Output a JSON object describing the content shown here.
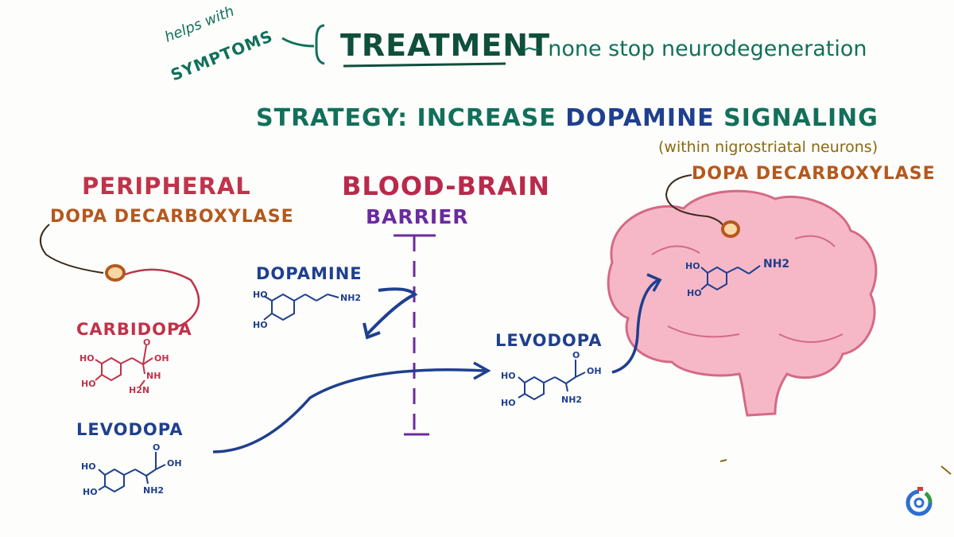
{
  "labels": {
    "helps_with": "helps with",
    "symptoms": "SYMPTOMS",
    "treatment": "TREATMENT",
    "none_stop": "~ none stop neurodegeneration",
    "strategy": "STRATEGY: INCREASE",
    "dopamine_word": "DOPAMINE",
    "signaling": "SIGNALING",
    "within": "(within nigrostriatal neurons)",
    "dopa_decarboxylase_brain": "DOPA DECARBOXYLASE",
    "peripheral": "PERIPHERAL",
    "dopa_decarboxylase_periph": "DOPA DECARBOXYLASE",
    "blood_brain": "BLOOD-BRAIN",
    "barrier": "BARRIER",
    "dopamine": "DOPAMINE",
    "carbidopa": "CARBIDOPA",
    "levodopa_mid": "LEVODOPA",
    "levodopa_left": "LEVODOPA"
  },
  "molecules": {
    "ho": "HO",
    "oh": "OH",
    "o": "O",
    "nh2": "NH2",
    "nh": "NH",
    "h2n": "H2N"
  },
  "colors": {
    "green": "#12705a",
    "blue": "#1f3f8f",
    "red": "#c0334a",
    "purple": "#6b2a9e",
    "orange": "#b5581d",
    "brain_fill": "#f6b8c6",
    "brain_stroke": "#d46a86"
  },
  "icons": {
    "logo": "osmosis-logo-icon",
    "enzyme": "enzyme-circle-icon"
  }
}
